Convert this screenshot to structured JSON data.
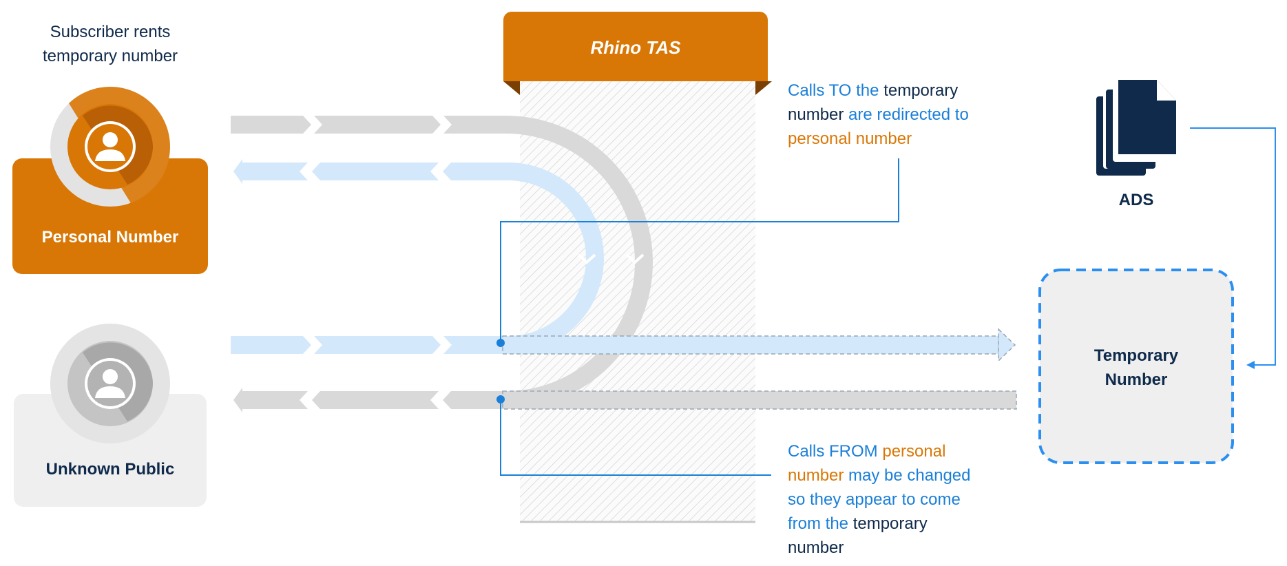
{
  "header_note": {
    "line1": "Subscriber rents",
    "line2": "temporary number"
  },
  "tas_title": "Rhino TAS",
  "personal_number": {
    "label": "Personal Number",
    "icon": "person-icon"
  },
  "unknown_public": {
    "label": "Unknown Public",
    "icon": "person-icon"
  },
  "ads": {
    "label": "ADS",
    "icon": "documents-icon"
  },
  "temporary_number": {
    "line1": "Temporary",
    "line2": "Number"
  },
  "note_calls_to": {
    "l1a": "Calls TO the",
    "l1b": "temporary",
    "l2a": "number",
    "l2b": "are redirected to",
    "l3": "personal number"
  },
  "note_calls_from": {
    "l1a": "Calls FROM",
    "l1b": "personal",
    "l2a": "number",
    "l2b": "may be changed",
    "l3": "so they appear to come",
    "l4a": "from the",
    "l4b": "temporary",
    "l5": "number"
  },
  "colors": {
    "orange": "#d97706",
    "navy": "#0f2a4a",
    "blue_text": "#1a7fd8",
    "light_blue": "#d3e8fb",
    "light_gray": "#d9d9d9",
    "dashed_blue": "#2b8ff0"
  }
}
